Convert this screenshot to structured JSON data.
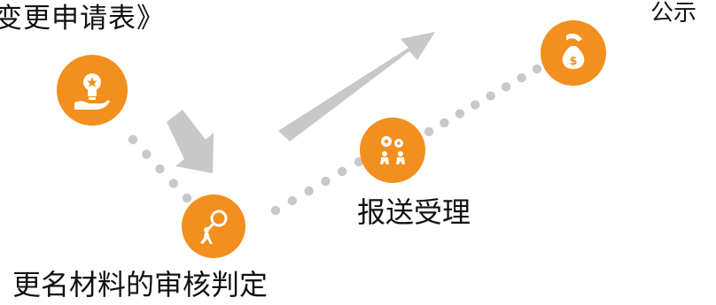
{
  "labels": {
    "form_top": "变更申请表》",
    "publicize": "公示",
    "submit": "报送受理",
    "review": "更名材料的审核判定"
  },
  "colors": {
    "node_fill": "#F28F1E",
    "node_glyph": "#ffffff",
    "dot": "#C8C8C8",
    "arrow": "#C8C8C8",
    "text": "#111111"
  },
  "nodes": [
    {
      "id": "idea",
      "icon": "lightbulb-hand-icon"
    },
    {
      "id": "review",
      "icon": "magnifier-person-icon"
    },
    {
      "id": "submit",
      "icon": "gears-people-icon"
    },
    {
      "id": "publicize",
      "icon": "money-bag-hand-icon"
    }
  ]
}
